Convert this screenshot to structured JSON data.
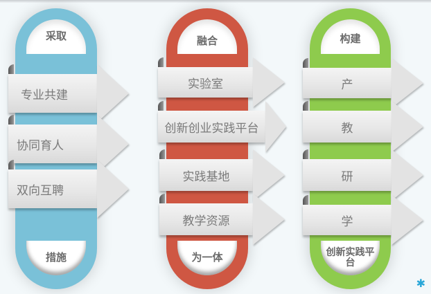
{
  "diagram": {
    "colors": {
      "blue": "#7ac1d8",
      "red": "#cf5743",
      "green": "#8ecb4d",
      "arrow": "#e8e8e8",
      "text": "#7a7a7a",
      "background": "#f3f8fa"
    },
    "columns": [
      {
        "top_label": "采取",
        "bottom_label": "措施",
        "items": [
          "专业共建",
          "协同育人",
          "双向互聘"
        ]
      },
      {
        "top_label": "融合",
        "bottom_label": "为一体",
        "items": [
          "实验室",
          "创新创业实践平台",
          "实践基地",
          "教学资源"
        ]
      },
      {
        "top_label": "构建",
        "bottom_label": "创新实践平台",
        "items": [
          "产",
          "教",
          "研",
          "学"
        ]
      }
    ],
    "logo_icon": "asterisk-logo-icon"
  }
}
